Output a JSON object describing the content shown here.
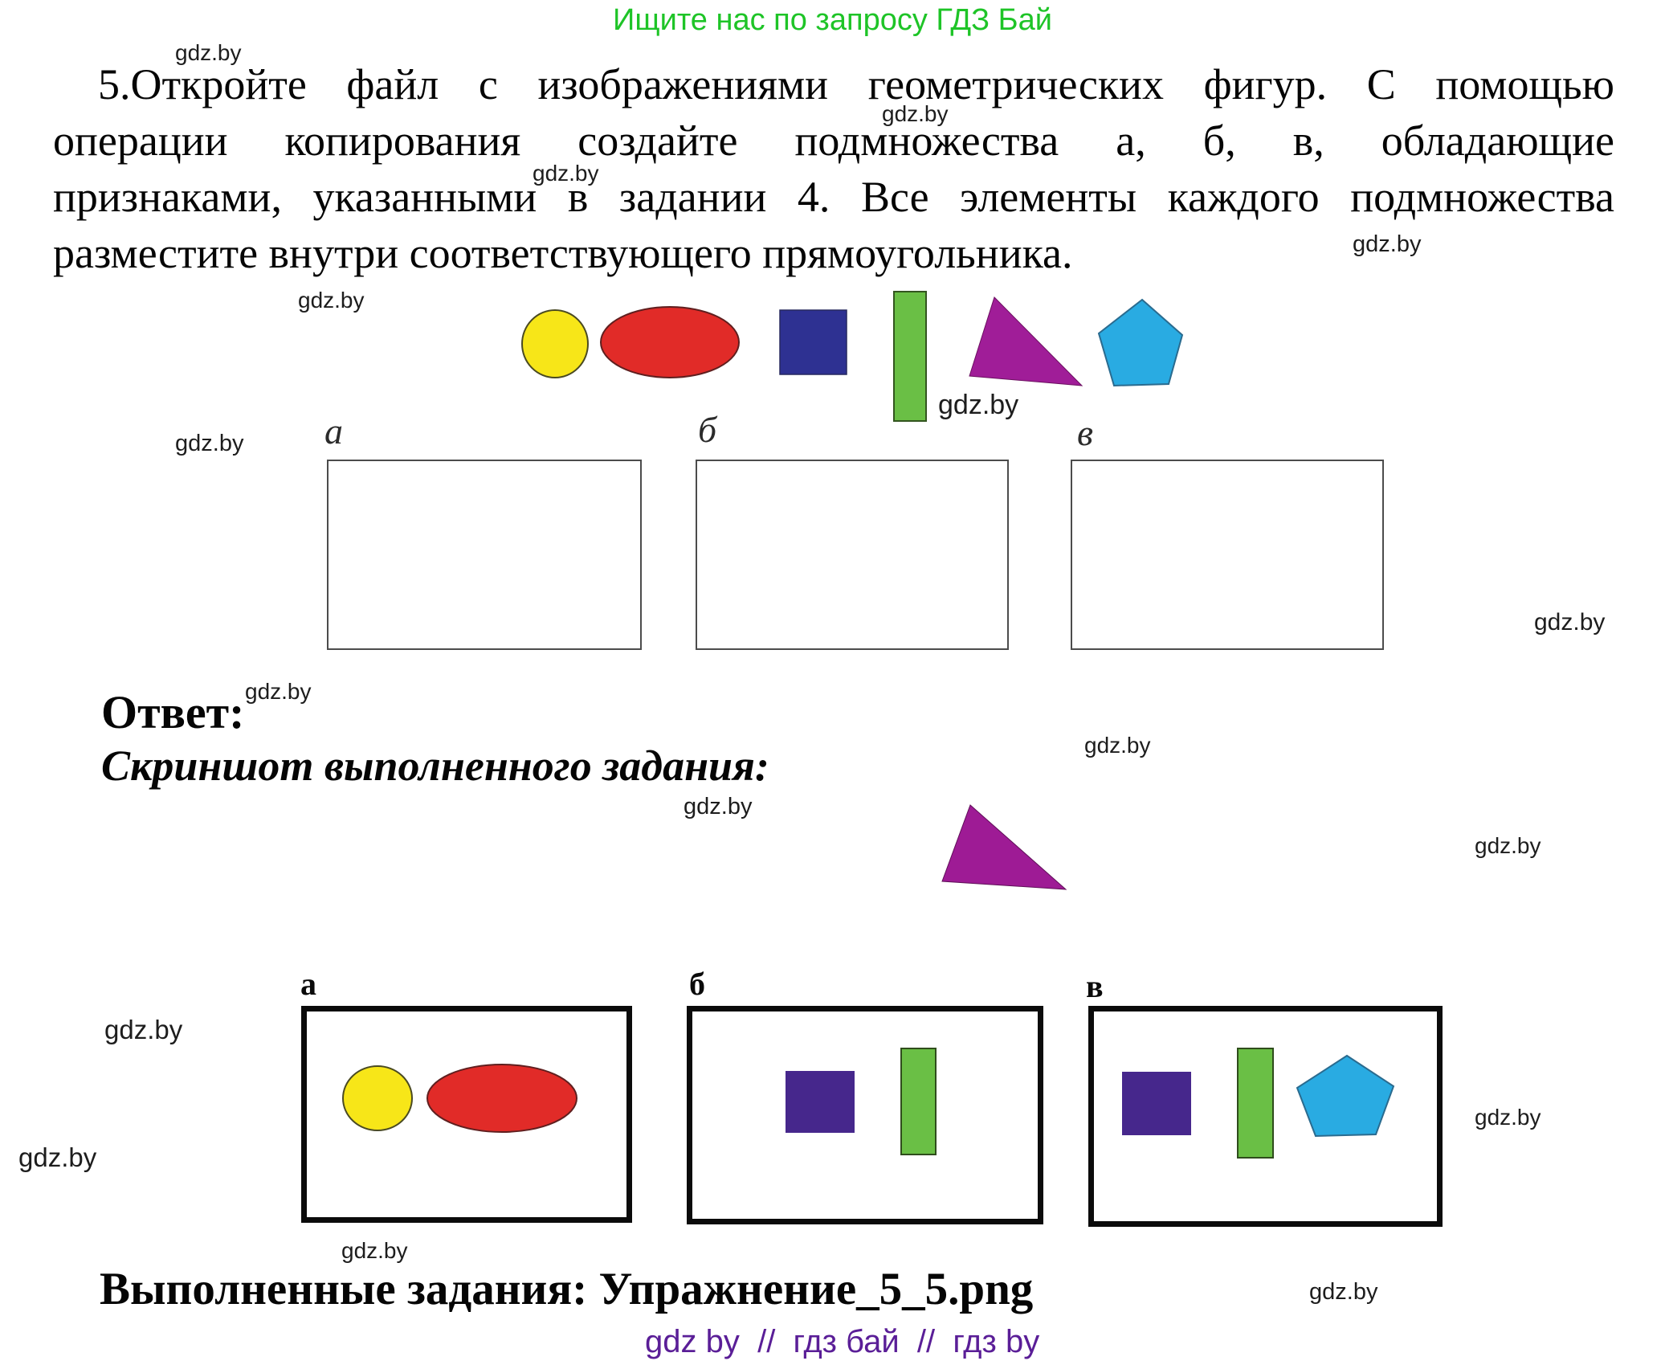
{
  "watermark": "gdz.by",
  "header": {
    "text": "Ищите нас по запросу ГДЗ Бай"
  },
  "task": {
    "lines": [
      "5.Откройте файл с изображениями геометрических фигур. С помощью",
      "операции копирования создайте подмножества а, б, в, обладающие",
      "признаками, указанными в задании 4. Все элементы каждого подмножества",
      "разместите внутри соответствующего прямоугольника."
    ]
  },
  "subset_boxes_empty": {
    "label_a": "а",
    "label_b": "б",
    "label_v": "в"
  },
  "answer": {
    "label": "Ответ:",
    "screenshot_caption": "Скриншот выполненного задания:",
    "result_caption": "Выполненные задания: Упражнение_5_5.png",
    "footer": "gdz by  //  гдз бай  //  гдз by"
  },
  "subset_boxes_filled": {
    "label_a": "a",
    "label_b": "б",
    "label_v": "в"
  },
  "colors": {
    "header_green": "#1ec427",
    "footer_purple": "#5a1e97",
    "yellow": "#f7e618",
    "red": "#e12b28",
    "blue_square": "#2e3192",
    "green_rect": "#6abf45",
    "purple_triangle": "#a01d98",
    "blue_pentagon": "#29abe2",
    "indigo_square": "#46278c",
    "answer_triangle": "#9e1b95"
  }
}
